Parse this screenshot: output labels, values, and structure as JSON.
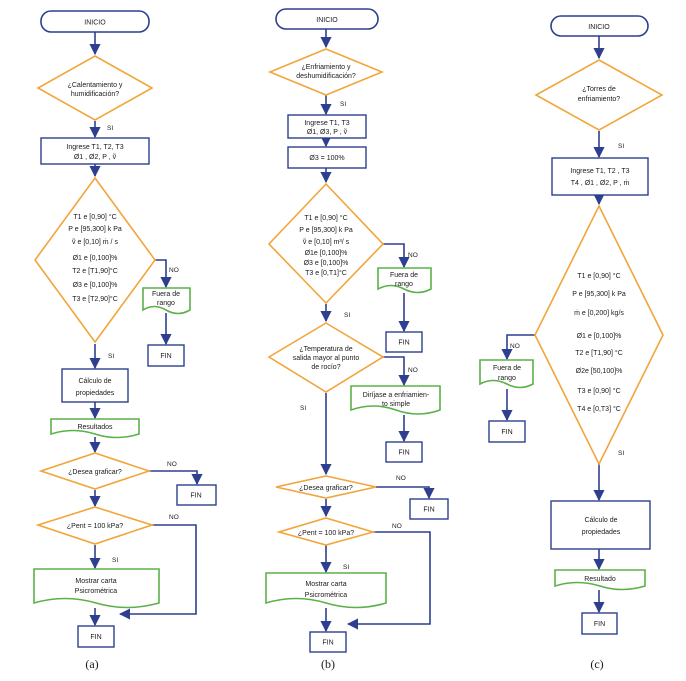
{
  "a": {
    "inicio": "INICIO",
    "q1": [
      "¿Calentamiento y",
      "humidificación?"
    ],
    "si1": "SI",
    "input": [
      "Ingrese T1, T2, T3",
      "Ø1 , Ø2, P , ṽ"
    ],
    "ranges": [
      "T1 e [0,90] °C",
      "P e [95,300] k Pa",
      "ṽ e [0,10] ṁ / s",
      "Ø1 e [0,100]%",
      "T2 e [T1,90]°C",
      "Ø3 e [0,100]%",
      "T3 e [T2,90]°C"
    ],
    "no1": "NO",
    "fuera": [
      "Fuera de",
      "rango"
    ],
    "fin1": "FIN",
    "si2": "SI",
    "calc": [
      "Cálculo de",
      "propiedades"
    ],
    "result": "Resultados",
    "q2": "¿Desea graficar?",
    "no2": "NO",
    "fin2": "FIN",
    "q3": "¿Pent = 100 kPa?",
    "no3": "NO",
    "si3": "SI",
    "carta": [
      "Mostrar carta",
      "Psicrométrica"
    ],
    "fin3": "FIN",
    "label": "(a)"
  },
  "b": {
    "inicio": "INICIO",
    "q1": [
      "¿Enfriamiento y",
      "deshumidificación?"
    ],
    "si1": "SI",
    "input": [
      "Ingrese T1, T3",
      "Ø1, Ø3, P , ṽ"
    ],
    "phi3": "Ø3 = 100%",
    "ranges": [
      "T1 e [0,90] °C",
      "P e [95,300] k Pa",
      "ṽ e [0,10] m³/ s",
      "Ø1e [0,100]%",
      "Ø3 e [0,100]%",
      "T3 e [0,T1]°C"
    ],
    "no1": "NO",
    "fuera": [
      "Fuera de",
      "rango"
    ],
    "fin1": "FIN",
    "si2": "SI",
    "q2": [
      "¿Temperatura de",
      "salida mayor al punto",
      "de rocío?"
    ],
    "no2": "NO",
    "dir": [
      "Diríjase a enfriamien-",
      "to simple"
    ],
    "fin2": "FIN",
    "si3": "SI",
    "q3": "¿Desea graficar?",
    "no3": "NO",
    "fin3": "FIN",
    "q4": "¿Pent = 100 kPa?",
    "no4": "NO",
    "si4": "SI",
    "carta": [
      "Mostrar carta",
      "Psicrométrica"
    ],
    "fin4": "FIN",
    "label": "(b)"
  },
  "c": {
    "inicio": "INICIO",
    "q1": [
      "¿Torres de",
      "enfriamiento?"
    ],
    "si1": "SI",
    "input": [
      "Ingrese T1, T2 , T3",
      "T4 ,  Ø1 , Ø2, P , ṁ"
    ],
    "ranges": [
      "T1 e [0,90] °C",
      "P e [95,300] k Pa",
      "ṁ e [0,200] kg/s",
      "Ø1 e [0,100]%",
      "T2 e [T1,90] °C",
      "Ø2e [50,100]%",
      "T3 e [0,90] °C",
      "T4 e [0,T3] °C"
    ],
    "no1": "NO",
    "fuera": [
      "Fuera de",
      "rango"
    ],
    "fin1": "FIN",
    "si2": "SI",
    "calc": [
      "Cálculo de",
      "propiedades"
    ],
    "result": "Resultado",
    "fin2": "FIN",
    "label": "(c)"
  }
}
